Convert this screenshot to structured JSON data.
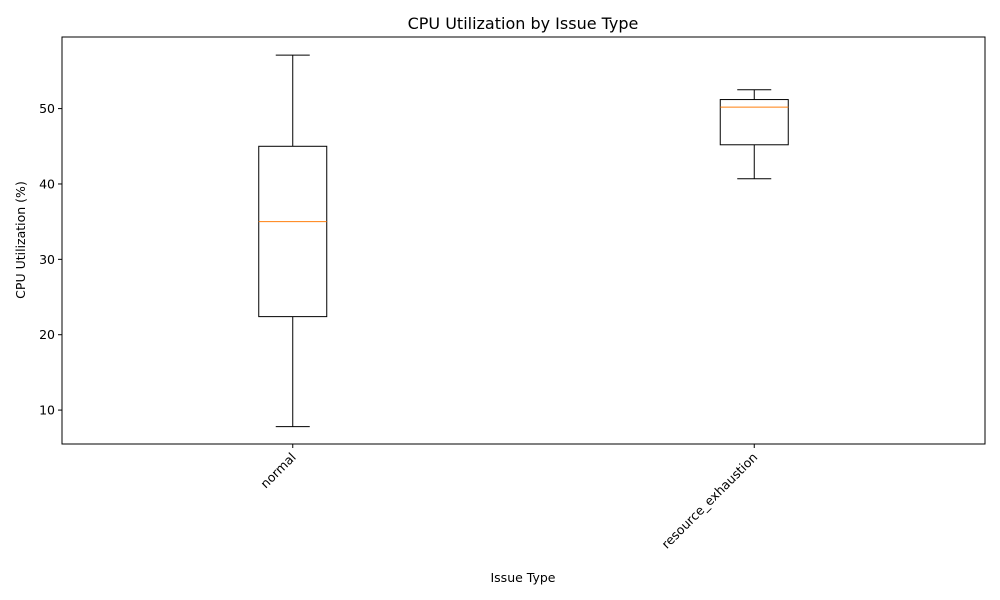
{
  "chart_data": {
    "type": "box",
    "title": "CPU Utilization by Issue Type",
    "xlabel": "Issue Type",
    "ylabel": "CPU Utilization (%)",
    "ylim": [
      5.5,
      59.5
    ],
    "yticks": [
      10,
      20,
      30,
      40,
      50
    ],
    "grid": false,
    "categories": [
      "normal",
      "resource_exhaustion"
    ],
    "boxes": [
      {
        "category": "normal",
        "whisker_low": 7.8,
        "q1": 22.4,
        "median": 35.0,
        "q3": 45.0,
        "whisker_high": 57.1
      },
      {
        "category": "resource_exhaustion",
        "whisker_low": 40.7,
        "q1": 45.2,
        "median": 50.2,
        "q3": 51.2,
        "whisker_high": 52.5
      }
    ],
    "colors": {
      "box": "#000000",
      "median": "#ff7f0e"
    }
  }
}
